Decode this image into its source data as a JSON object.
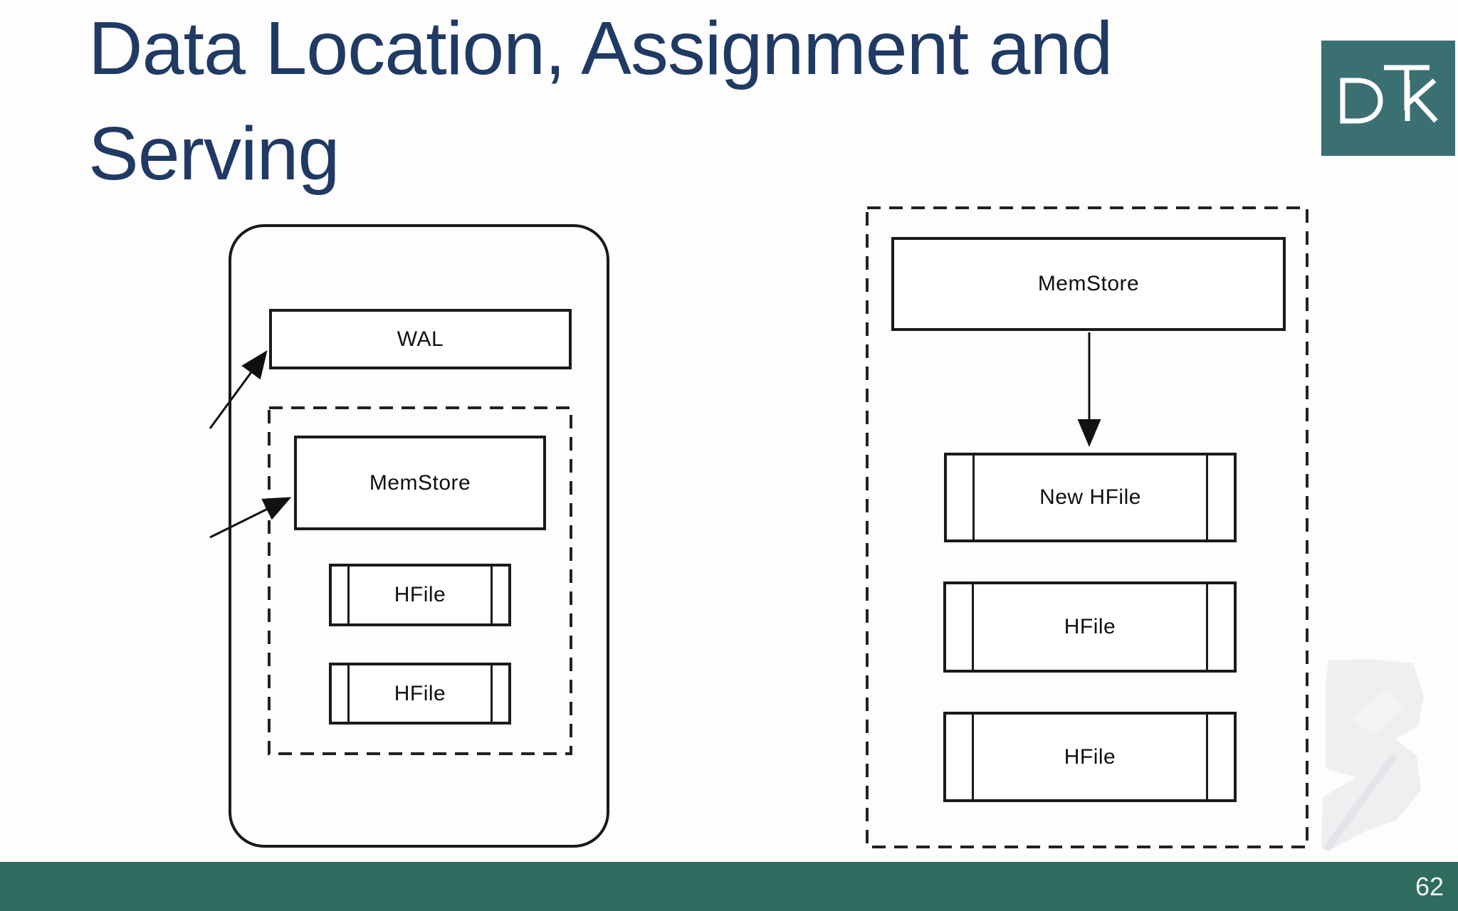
{
  "slide": {
    "title_line1": "Data Location, Assignment and",
    "title_line2": "Serving",
    "page_number": "62"
  },
  "logo": {
    "letters": "DTK",
    "background_color": "#3b7072",
    "glyph_color": "#ffffff"
  },
  "colors": {
    "title_text": "#203a64",
    "footer_bar": "#2f6b5e",
    "diagram_line": "#1a1a1a",
    "slide_background": "#fdfdfd",
    "watermark_gray": "#ededf1"
  },
  "left_diagram": {
    "wal_label": "WAL",
    "memstore_label": "MemStore",
    "hfile_top_label": "HFile",
    "hfile_bottom_label": "HFile"
  },
  "right_diagram": {
    "memstore_label": "MemStore",
    "new_hfile_label": "New HFile",
    "hfile_middle_label": "HFile",
    "hfile_bottom_label": "HFile"
  }
}
